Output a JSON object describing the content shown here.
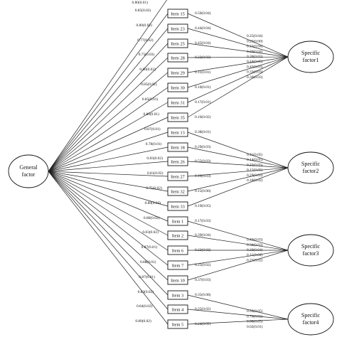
{
  "general_factor": {
    "line1": "General",
    "line2": "factor"
  },
  "specific_factors": [
    {
      "line1": "Specific",
      "line2": "factor1"
    },
    {
      "line1": "Specific",
      "line2": "factor2"
    },
    {
      "line1": "Specific",
      "line2": "factor3"
    },
    {
      "line1": "Specific",
      "line2": "factor4"
    }
  ],
  "items": [
    {
      "name": "Item 15",
      "general_loading": "0.85(0.02)",
      "specific_factor": 0,
      "specific_loading": "0.50(0.04)"
    },
    {
      "name": "Item 23",
      "general_loading": "0.80(0.02)",
      "specific_factor": 0,
      "specific_loading": "0.44(0.04)"
    },
    {
      "name": "Item 25",
      "general_loading": "0.77(0.02)",
      "specific_factor": 0,
      "specific_loading": "0.45(0.04)"
    },
    {
      "name": "Item 28",
      "general_loading": "0.75(0.03)",
      "specific_factor": 0,
      "specific_loading": "0.22(0.02)"
    },
    {
      "name": "Item 29",
      "general_loading": "0.80(0.02)",
      "specific_factor": 0,
      "specific_loading": "0.11(0.01)"
    },
    {
      "name": "Item 30",
      "general_loading": "0.85(0.02)",
      "specific_factor": 0,
      "specific_loading": "0.10(0.01)"
    },
    {
      "name": "Item 31",
      "general_loading": "0.85(0.01)",
      "specific_factor": 0,
      "specific_loading": "0.17(0.01)"
    },
    {
      "name": "Item 35",
      "general_loading": "0.80(0.01)",
      "specific_factor": 0,
      "specific_loading": "0.16(0.02)"
    },
    {
      "name": "Item 13",
      "general_loading": "0.87(0.01)",
      "specific_factor": 1,
      "specific_loading": "0.38(0.01)"
    },
    {
      "name": "Item 18",
      "general_loading": "0.78(0.01)",
      "specific_factor": 1,
      "specific_loading": "0.29(0.03)"
    },
    {
      "name": "Item 26",
      "general_loading": "0.83(0.02)",
      "specific_factor": 1,
      "specific_loading": "0.55(0.03)"
    },
    {
      "name": "Item 27",
      "general_loading": "0.81(0.02)",
      "specific_factor": 1,
      "specific_loading": "0.40(0.03)"
    },
    {
      "name": "Item 32",
      "general_loading": "0.75(0.02)",
      "specific_factor": 1,
      "specific_loading": "0.15(0.06)"
    },
    {
      "name": "Item 33",
      "general_loading": "0.80(0.03)",
      "specific_factor": 1,
      "specific_loading": "0.19(0.05)"
    },
    {
      "name": "Item 1",
      "general_loading": "0.80(0.02)",
      "specific_factor": 2,
      "specific_loading": "0.17(0.03)"
    },
    {
      "name": "Item 2",
      "general_loading": "0.83(0.02)",
      "specific_factor": 2,
      "specific_loading": "0.39(0.04)"
    },
    {
      "name": "Item 6",
      "general_loading": "0.87(0.01)",
      "specific_factor": 2,
      "specific_loading": "0.22(0.02)"
    },
    {
      "name": "Item 7",
      "general_loading": "0.88(0.01)",
      "specific_factor": 2,
      "specific_loading": "0.25(0.02)"
    },
    {
      "name": "Item 10",
      "general_loading": "0.87(0.01)",
      "specific_factor": 2,
      "specific_loading": "0.37(0.03)"
    },
    {
      "name": "Item 3",
      "general_loading": "0.83(0.02)",
      "specific_factor": 3,
      "specific_loading": "0.35(0.08)"
    },
    {
      "name": "Item 4",
      "general_loading": "0.84(0.02)",
      "specific_factor": 3,
      "specific_loading": "0.25(0.02)"
    },
    {
      "name": "Item 5",
      "general_loading": "0.80(0.02)",
      "specific_factor": 3,
      "specific_loading": "0.24(0.02)"
    }
  ],
  "specific_side_labels": [
    [
      "0.25(0.04)",
      "0.25(0.00)",
      "0.15(0.04)",
      "0.20(0.04)",
      "0.30(0.03)",
      "0.44(0.05)",
      "0.42(0.03)",
      "0.33(0.03)",
      "0.30(0.03)"
    ],
    [
      "0.11(0.05)",
      "0.14(0.05)",
      "0.22(0.05)",
      "0.15(0.05)",
      "0.29(0.03)",
      "0.18(0.02)"
    ],
    [
      "0.43(0.03)",
      "0.30(0.03)",
      "0.30(0.04)",
      "0.11(0.04)",
      "0.25(0.02)"
    ],
    [
      "0.59(0.05)",
      "0.76(0.03)",
      "0.88(0.05)",
      "0.02(0.01)"
    ]
  ],
  "extra_general_labels": [
    "0.80(0.01)"
  ]
}
